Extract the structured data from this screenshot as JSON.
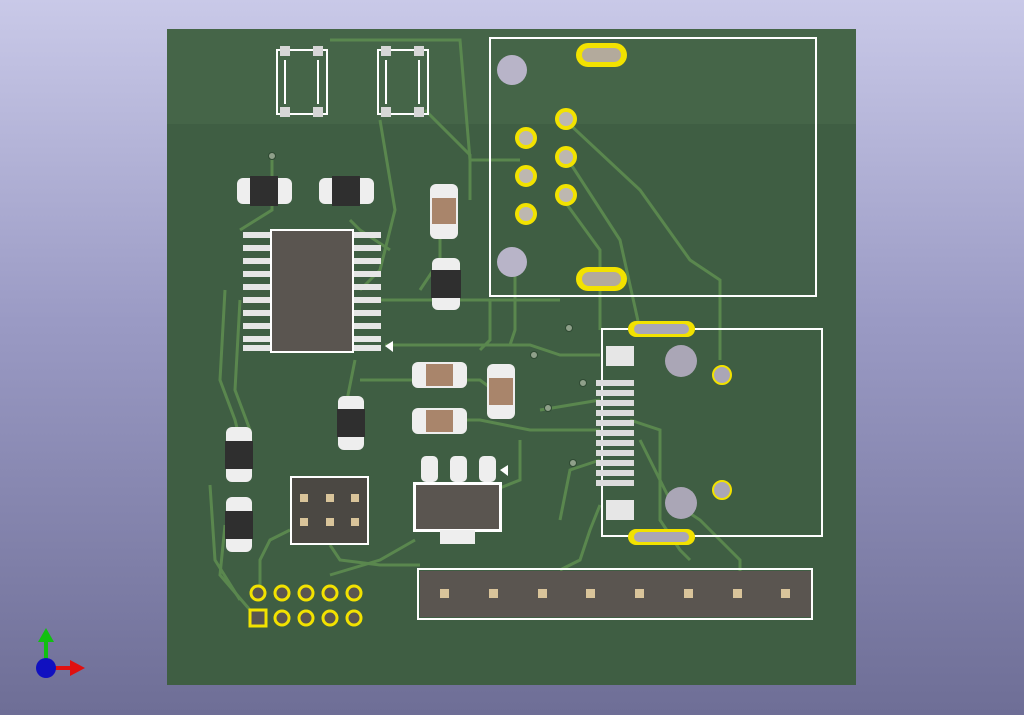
{
  "viewer": {
    "background_top": "#c9c9e8",
    "background_bottom": "#6e6e96"
  },
  "board": {
    "substrate_color": "#3f5e43",
    "trace_color": "#5b8a4f",
    "silkscreen_color": "#ffffff",
    "pad_gold_color": "#f2e200",
    "pad_copper_color": "#9c7a5f",
    "ic_body_color": "#5a5550"
  },
  "components": {
    "ic_soic": {
      "name": "soic-ic-u1",
      "pins_per_side": 10
    },
    "usb_b_connector": {
      "name": "usb-b-connector-j1",
      "through_hole_pins": 6
    },
    "micro_usb_connector": {
      "name": "micro-usb-connector-j2",
      "smd_pins": 11
    },
    "pin_header_1x8": {
      "name": "pin-header-1x8",
      "pins": 8
    },
    "pin_header_2x5": {
      "name": "pin-header-2x5",
      "pins": 10
    },
    "pin_header_2x3": {
      "name": "smd-header-2x3",
      "pins": 6
    },
    "regulator_sot223": {
      "name": "ldo-regulator-sot223",
      "pins": 3
    },
    "tact_switches": 2,
    "diodes_and_caps": 6,
    "resistors": 4
  },
  "axes_gizmo": {
    "x_color": "#e01010",
    "y_color": "#10c010",
    "z_color": "#1010c0"
  }
}
